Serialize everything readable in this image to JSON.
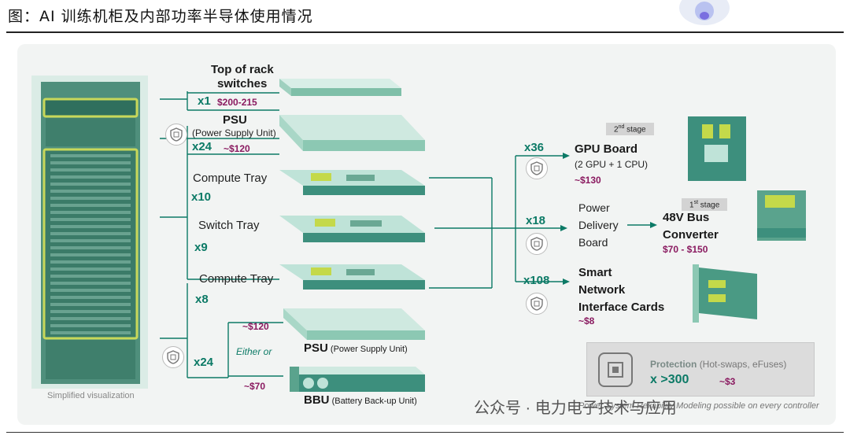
{
  "figure_title": "图：AI 训练机柜及内部功率半导体使用情况",
  "rack": {
    "caption": "Simplified visualization"
  },
  "components": {
    "tor": {
      "title_line1": "Top of rack",
      "title_line2": "switches",
      "qty": "x1",
      "price": "$200-215"
    },
    "psu_top": {
      "title": "PSU",
      "subtitle": "(Power Supply Unit)",
      "qty": "x24",
      "price": "~$120"
    },
    "compute1": {
      "title": "Compute Tray",
      "qty": "x10"
    },
    "switch": {
      "title": "Switch Tray",
      "qty": "x9"
    },
    "compute2": {
      "title": "Compute Tray",
      "qty": "x8"
    },
    "bottom": {
      "qty": "x24",
      "either_or": "Either or",
      "psu_price": "~$120",
      "bbu_price": "~$70",
      "psu_title": "PSU",
      "psu_subtitle": "(Power Supply Unit)",
      "bbu_title": "BBU",
      "bbu_subtitle": "(Battery Back-up Unit)"
    }
  },
  "right": {
    "gpu": {
      "qty": "x36",
      "title": "GPU Board",
      "subtitle": "(2 GPU + 1 CPU)",
      "price": "~$130",
      "stage_num": "2",
      "stage_sup": "nd",
      "stage_word": "stage"
    },
    "pdb": {
      "qty": "x18",
      "line1": "Power",
      "line2": "Delivery",
      "line3": "Board"
    },
    "bus": {
      "line1": "48V Bus",
      "line2": "Converter",
      "price": "$70 - $150",
      "stage_num": "1",
      "stage_sup": "st",
      "stage_word": "stage"
    },
    "nic": {
      "qty": "x108",
      "line1": "Smart",
      "line2": "Network",
      "line3": "Interface Cards",
      "price": "~$8"
    }
  },
  "protection": {
    "label": "Protection",
    "detail": "(Hot-swaps, eFuses)",
    "qty": "x >300",
    "price": "~$3"
  },
  "watermark": {
    "text": "公众号 · 电力电子技术与应用",
    "overlay": "Power System Reliability Modeling possible on every controller"
  },
  "colors": {
    "accent": "#0c7a66",
    "price": "#8a1a60",
    "tray": "#bfe3d8",
    "tray_dark": "#3d8f7d",
    "rack": "#5a9a87",
    "chip": "#c4d94a"
  }
}
